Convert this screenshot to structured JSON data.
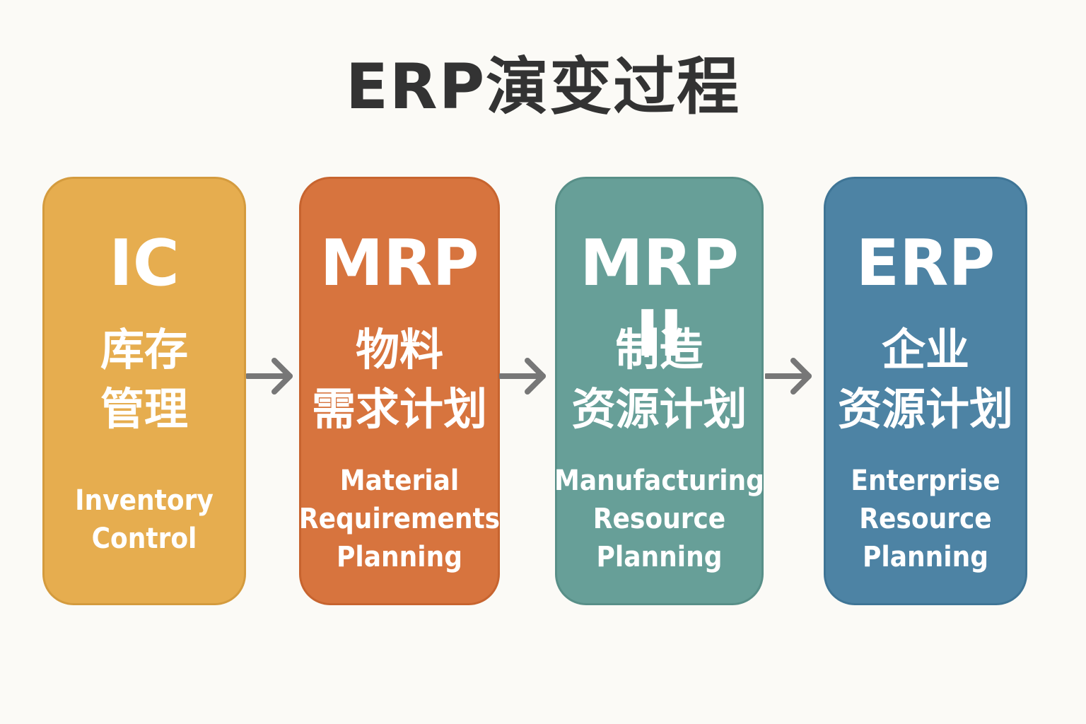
{
  "title": "ERP演变过程",
  "colors": {
    "background": "#fbfaf6",
    "title": "#333333",
    "arrow": "#777777",
    "stage_ic": "#e6ad4f",
    "stage_mrp": "#d7743e",
    "stage_mrp2": "#679f98",
    "stage_erp": "#4d83a4"
  },
  "stages": [
    {
      "abbr": "IC",
      "chinese": "库存\n管理",
      "english": "Inventory\nControl"
    },
    {
      "abbr": "MRP",
      "chinese": "物料\n需求计划",
      "english": "Material\nRequirements\nPlanning"
    },
    {
      "abbr": "MRP II",
      "chinese": "制造\n资源计划",
      "english": "Manufacturing\nResource\nPlanning"
    },
    {
      "abbr": "ERP",
      "chinese": "企业\n资源计划",
      "english": "Enterprise\nResource\nPlanning"
    }
  ],
  "arrows": [
    {
      "from": "IC",
      "to": "MRP",
      "icon": "arrow-right-icon"
    },
    {
      "from": "MRP",
      "to": "MRP II",
      "icon": "arrow-right-icon"
    },
    {
      "from": "MRP II",
      "to": "ERP",
      "icon": "arrow-right-icon"
    }
  ]
}
